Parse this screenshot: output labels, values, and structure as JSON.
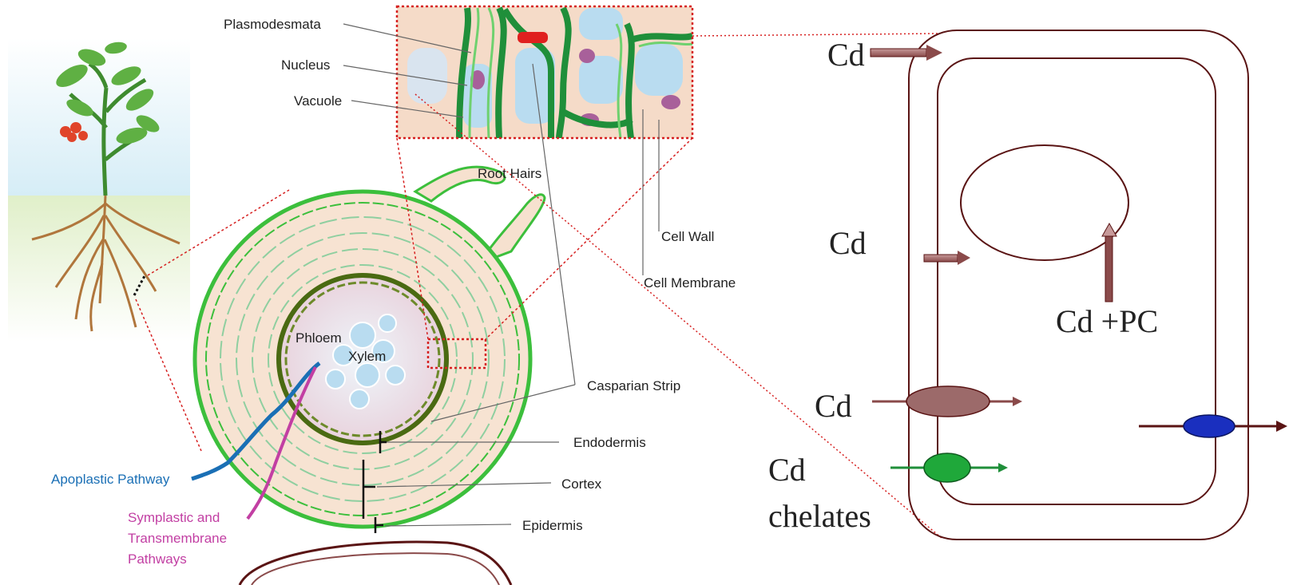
{
  "labels": {
    "plasmodesmata": "Plasmodesmata",
    "nucleus": "Nucleus",
    "vacuole": "Vacuole",
    "root_hairs": "Root Hairs",
    "cell_wall": "Cell Wall",
    "cell_membrane": "Cell Membrane",
    "phloem": "Phloem",
    "xylem": "Xylem",
    "casparian_strip": "Casparian Strip",
    "endodermis": "Endodermis",
    "cortex": "Cortex",
    "epidermis": "Epidermis",
    "apoplastic": "Apoplastic Pathway",
    "symplastic_1": "Symplastic and",
    "symplastic_2": "Transmembrane",
    "symplastic_3": "Pathways"
  },
  "cell_labels": {
    "cd_top": "Cd",
    "cd_mid": "Cd",
    "cd_pc": "Cd +PC",
    "cd_channel": "Cd",
    "chelates_1": "Cd",
    "chelates_2": "chelates"
  },
  "colors": {
    "apoplastic": "#1a6fb5",
    "symplastic": "#c23fa3",
    "root_green": "#3cbf3c",
    "cell_outline": "#5a1414",
    "guide_red": "#d62020",
    "channel_mauve": "#8a4a4a",
    "transporter_green": "#1fa83a",
    "transporter_blue": "#1a2fbf"
  }
}
